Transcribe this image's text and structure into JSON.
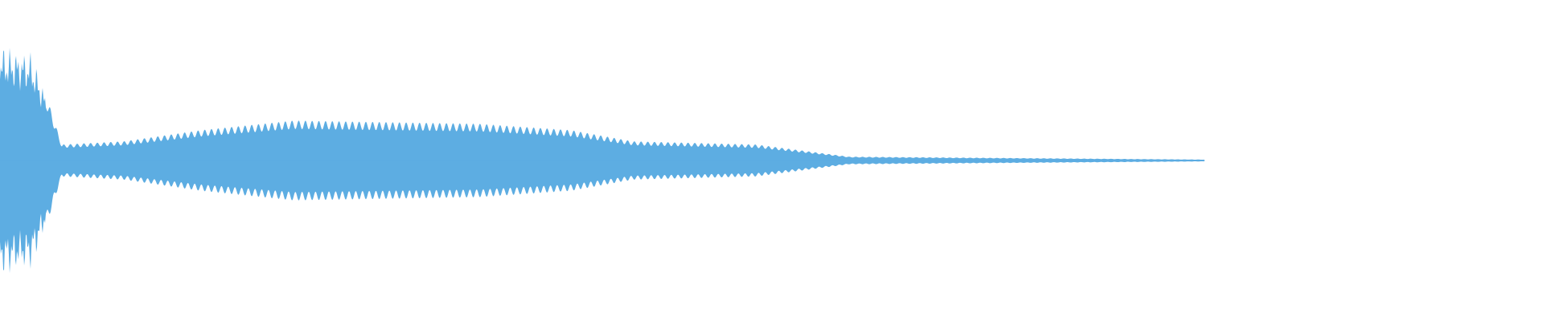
{
  "waveform": {
    "color": "#5dade2",
    "background": "#ffffff",
    "envelope": [
      {
        "t": 0.0,
        "a": 0.36
      },
      {
        "t": 0.02,
        "a": 0.34
      },
      {
        "t": 0.027,
        "a": 0.25
      },
      {
        "t": 0.04,
        "a": 0.05
      },
      {
        "t": 0.08,
        "a": 0.06
      },
      {
        "t": 0.13,
        "a": 0.095
      },
      {
        "t": 0.19,
        "a": 0.125
      },
      {
        "t": 0.25,
        "a": 0.12
      },
      {
        "t": 0.31,
        "a": 0.115
      },
      {
        "t": 0.37,
        "a": 0.095
      },
      {
        "t": 0.41,
        "a": 0.06
      },
      {
        "t": 0.49,
        "a": 0.05
      },
      {
        "t": 0.55,
        "a": 0.012
      },
      {
        "t": 0.65,
        "a": 0.008
      },
      {
        "t": 0.78,
        "a": 0.003
      },
      {
        "t": 0.78,
        "a": 0
      }
    ],
    "ripple_cycles": 230,
    "ripple_depth": 0.22
  }
}
